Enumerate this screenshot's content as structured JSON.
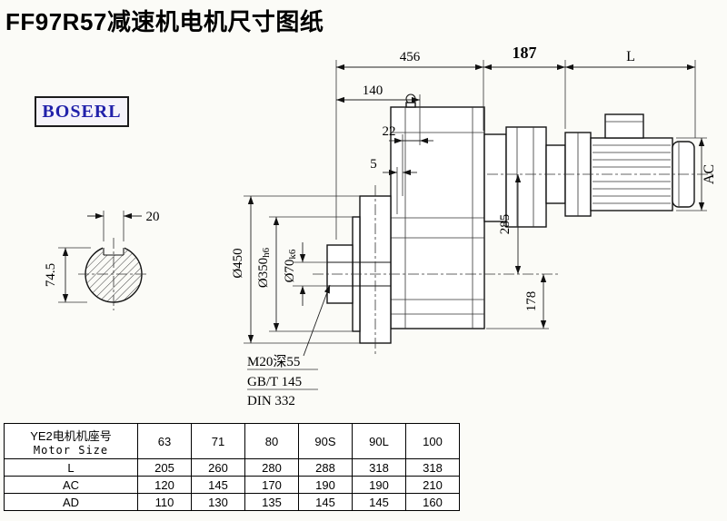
{
  "page": {
    "title": "FF97R57减速机电机尺寸图纸",
    "brand": "BOSERL"
  },
  "drawing": {
    "dims": {
      "total_length": "456",
      "reducer2_length": "187",
      "motor_length": "L",
      "dim140": "140",
      "dim22": "22",
      "dim5": "5",
      "dim285": "285",
      "dim178": "178",
      "motor_diameter": "AC",
      "flange_od": "Ø450",
      "spigot_d": "Ø350",
      "spigot_tol": "h6",
      "shaft_d": "Ø70",
      "shaft_tol": "k6",
      "key_width": "20",
      "shaft_height": "74.5"
    },
    "notes": {
      "tap": "M20深55",
      "std1": "GB/T 145",
      "std2": "DIN 332"
    }
  },
  "table": {
    "header_cn": "YE2电机机座号",
    "header_en": "Motor Size",
    "sizes": [
      "63",
      "71",
      "80",
      "90S",
      "90L",
      "100"
    ],
    "rows": [
      {
        "label": "L",
        "values": [
          "205",
          "260",
          "280",
          "288",
          "318",
          "318"
        ]
      },
      {
        "label": "AC",
        "values": [
          "120",
          "145",
          "170",
          "190",
          "190",
          "210"
        ]
      },
      {
        "label": "AD",
        "values": [
          "110",
          "130",
          "135",
          "145",
          "145",
          "160"
        ]
      }
    ]
  }
}
